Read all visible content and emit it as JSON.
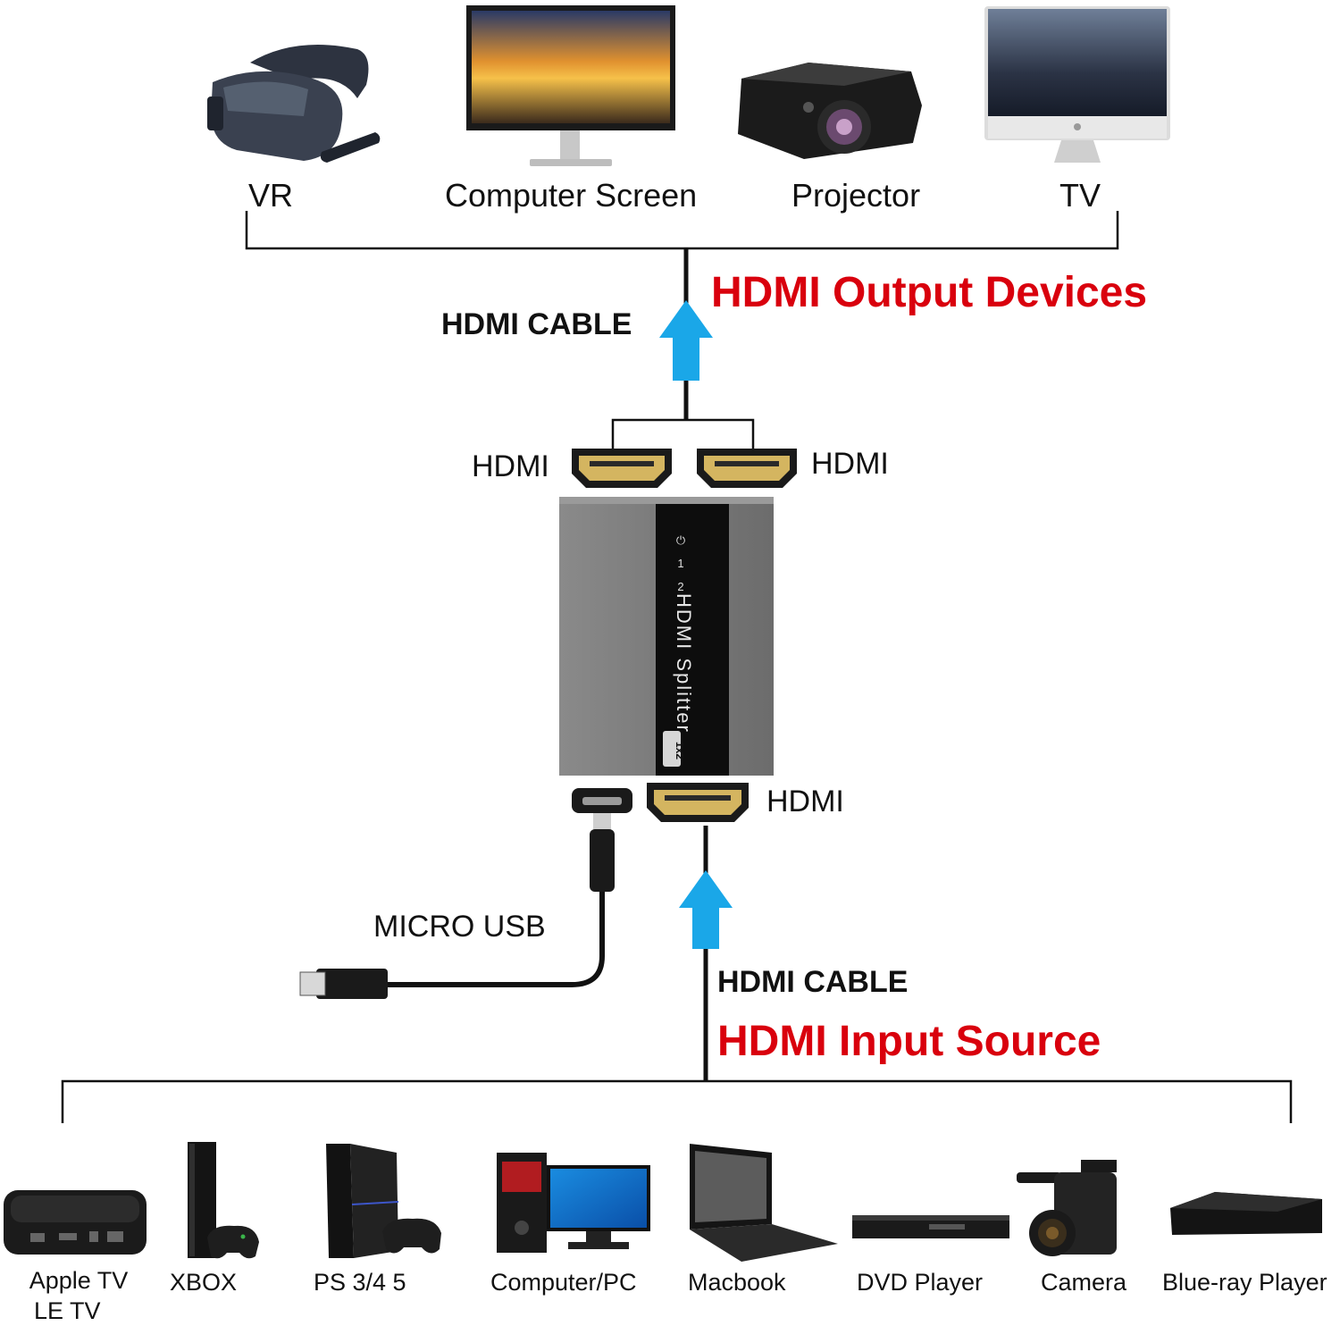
{
  "output_section": {
    "heading": "HDMI Output Devices",
    "cable_label": "HDMI CABLE",
    "devices": [
      {
        "label": "VR",
        "icon": "vr-headset-icon"
      },
      {
        "label": "Computer Screen",
        "icon": "monitor-icon"
      },
      {
        "label": "Projector",
        "icon": "projector-icon"
      },
      {
        "label": "TV",
        "icon": "imac-tv-icon"
      }
    ]
  },
  "splitter": {
    "output_port_left": "HDMI",
    "output_port_right": "HDMI",
    "input_port": "HDMI",
    "power_cable_label": "MICRO USB",
    "device_text": "HDMI Splitter",
    "device_badge": "1x2",
    "indicators": [
      "⏻",
      "1",
      "2"
    ]
  },
  "input_section": {
    "heading": "HDMI Input Source",
    "cable_label": "HDMI CABLE",
    "sources": [
      {
        "label_line1": "Apple TV",
        "label_line2": "LE TV",
        "icon": "apple-tv-icon"
      },
      {
        "label_line1": "XBOX",
        "icon": "xbox-icon"
      },
      {
        "label_line1": "PS 3/4 5",
        "icon": "playstation-icon"
      },
      {
        "label_line1": "Computer/PC",
        "icon": "desktop-pc-icon"
      },
      {
        "label_line1": "Macbook",
        "icon": "laptop-icon"
      },
      {
        "label_line1": "DVD Player",
        "icon": "dvd-player-icon"
      },
      {
        "label_line1": "Camera",
        "icon": "camera-icon"
      },
      {
        "label_line1": "Blue-ray Player",
        "icon": "bluray-player-icon"
      }
    ]
  },
  "colors": {
    "accent_red": "#d9000d",
    "arrow_blue": "#1aa7e8",
    "line": "#111111",
    "device_gray": "#707070"
  }
}
